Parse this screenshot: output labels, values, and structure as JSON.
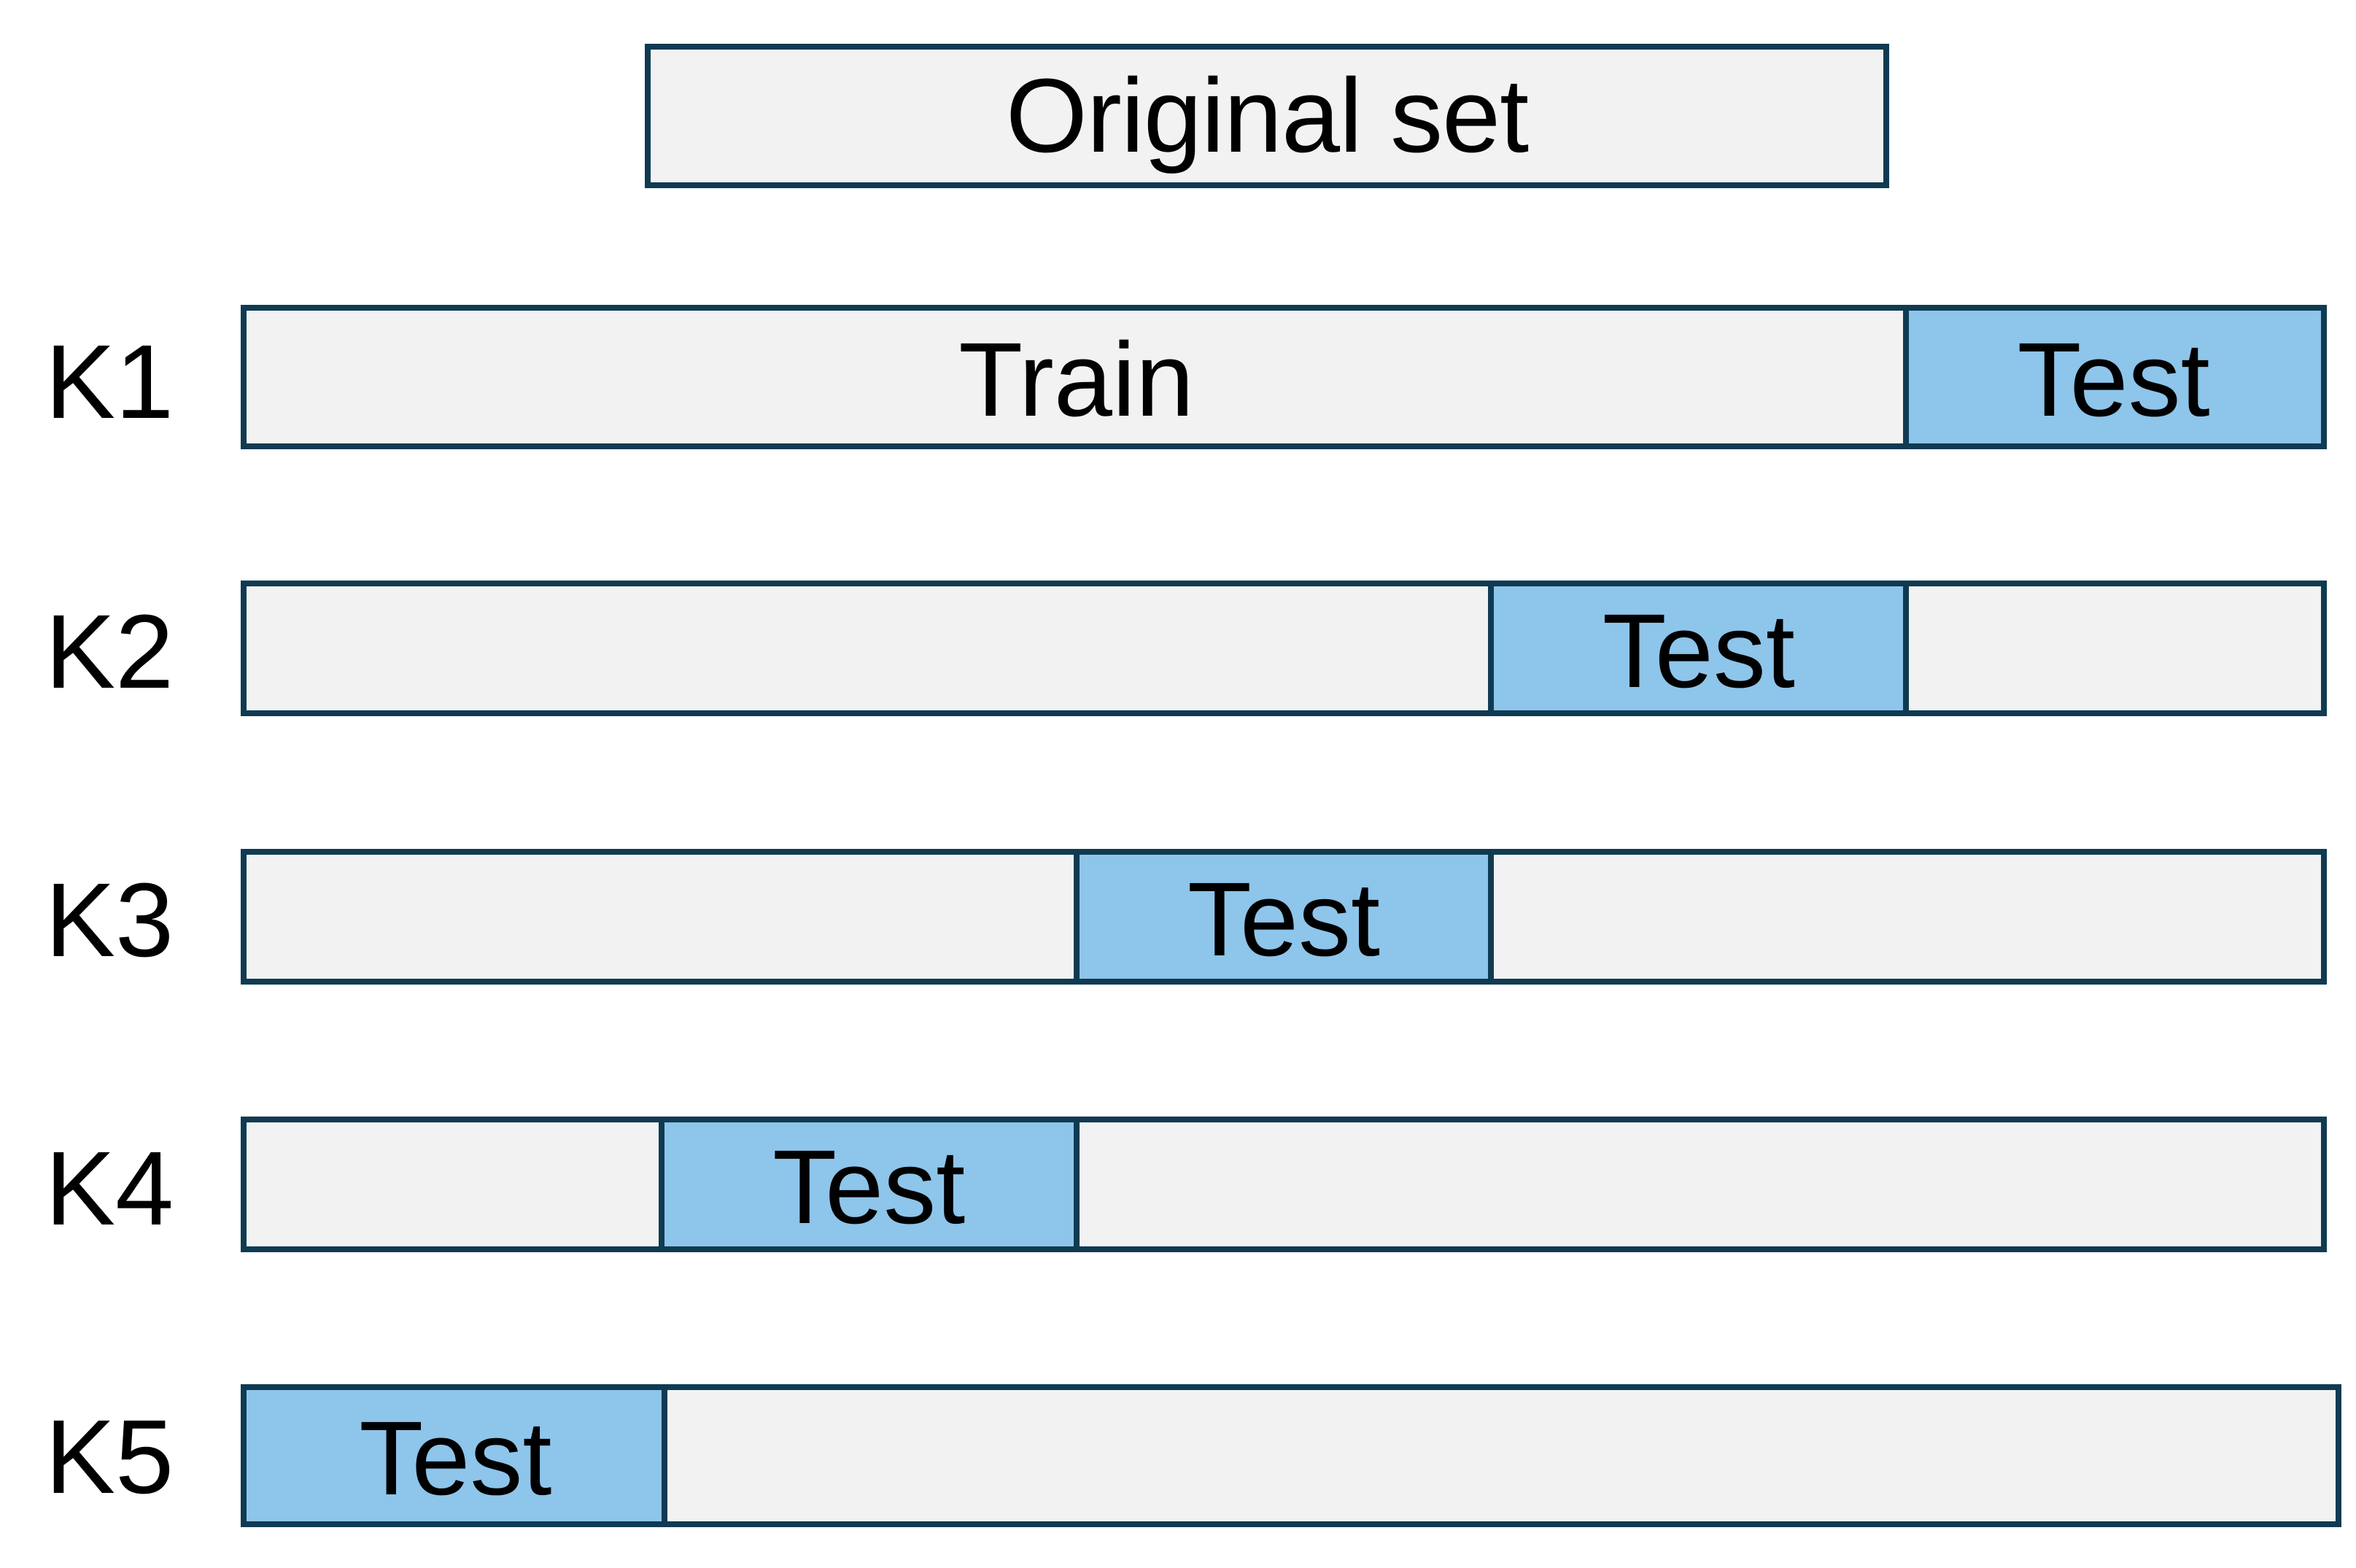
{
  "header": {
    "label": "Original set"
  },
  "colors": {
    "border": "#0f3b52",
    "train_fill": "#f2f2f2",
    "test_fill": "#8ec5ea",
    "background": "#ffffff"
  },
  "folds": [
    {
      "label": "K1",
      "segments": [
        {
          "kind": "train",
          "label": "Train",
          "fraction": 0.8
        },
        {
          "kind": "test",
          "label": "Test",
          "fraction": 0.2
        }
      ]
    },
    {
      "label": "K2",
      "segments": [
        {
          "kind": "train",
          "label": "",
          "fraction": 0.6
        },
        {
          "kind": "test",
          "label": "Test",
          "fraction": 0.2
        },
        {
          "kind": "train",
          "label": "",
          "fraction": 0.2
        }
      ]
    },
    {
      "label": "K3",
      "segments": [
        {
          "kind": "train",
          "label": "",
          "fraction": 0.4
        },
        {
          "kind": "test",
          "label": "Test",
          "fraction": 0.2
        },
        {
          "kind": "train",
          "label": "",
          "fraction": 0.4
        }
      ]
    },
    {
      "label": "K4",
      "segments": [
        {
          "kind": "train",
          "label": "",
          "fraction": 0.2
        },
        {
          "kind": "test",
          "label": "Test",
          "fraction": 0.2
        },
        {
          "kind": "train",
          "label": "",
          "fraction": 0.6
        }
      ]
    },
    {
      "label": "K5",
      "segments": [
        {
          "kind": "test",
          "label": "Test",
          "fraction": 0.2
        },
        {
          "kind": "train",
          "label": "",
          "fraction": 0.8
        }
      ]
    }
  ]
}
